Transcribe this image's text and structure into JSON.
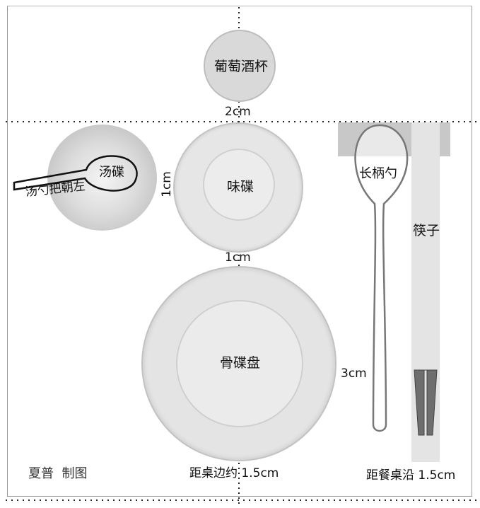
{
  "labels": {
    "wine_glass": "葡萄酒杯",
    "gap_top": "2cm",
    "soup_bowl": "汤碟",
    "spoon_handle_note": "汤勺把朝左",
    "gap_side": "1cm",
    "small_plate": "味碟",
    "gap_middle": "1cm",
    "ladle": "长柄勺",
    "chopsticks": "筷子",
    "bone_plate": "骨碟盘",
    "gap_right": "3cm",
    "credit": "夏普  制图",
    "edge_distance_center": "距桌边约 1.5cm",
    "edge_distance_right": "距餐桌沿 1.5cm"
  },
  "colors": {
    "plate_light": "#e9e9e9",
    "plate_rim": "#cdcdcd",
    "wine_glass_fill": "#d9d9d9",
    "rest_fill": "#c8c8c8",
    "chopstick_fill": "#e4e4e4",
    "chopstick_tip": "#6e6e6e",
    "guide_line": "#222222"
  }
}
